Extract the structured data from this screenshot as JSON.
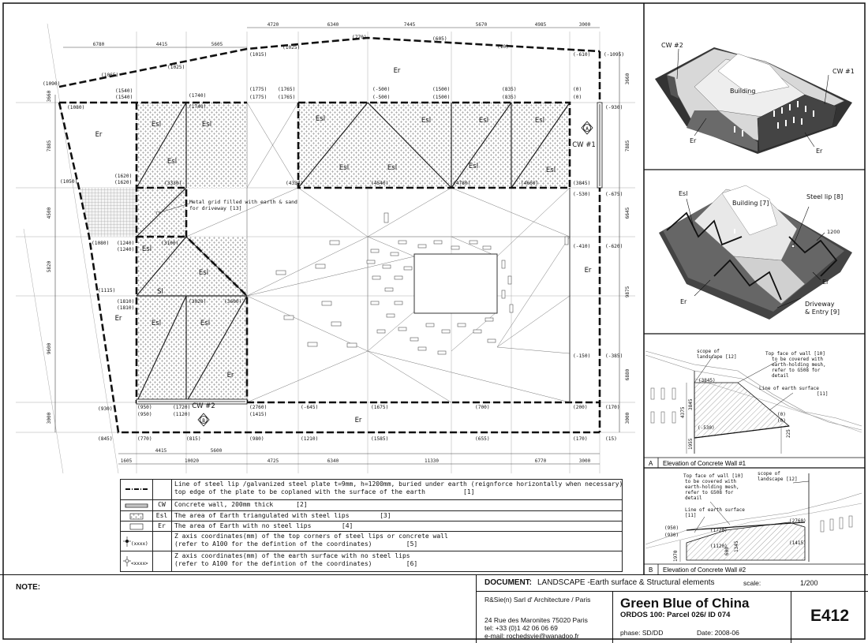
{
  "plan": {
    "top_dims": [
      "4720",
      "6340",
      "7445",
      "5670",
      "4985",
      "3000"
    ],
    "top_dims2": [
      "6780",
      "4415",
      "5605"
    ],
    "bottom_dims": [
      "1605",
      "4415",
      "10020",
      "5600",
      "4725",
      "6340",
      "11330",
      "6770",
      "3000"
    ],
    "left_dims": [
      "3660",
      "7885",
      "4500",
      "5820",
      "9600",
      "3000"
    ],
    "right_dims": [
      "3660",
      "7885",
      "6645",
      "9875",
      "6880",
      "3000"
    ],
    "coords": [
      "(1090)",
      "(1065)",
      "(1025)",
      "(1015)",
      "(1025)",
      "(770)",
      "(605)",
      "(10)",
      "(-610)",
      "(-1095)",
      "(1080)",
      "(1540)",
      "(1540)",
      "(1740)",
      "(1740)",
      "(1775)",
      "(1775)",
      "(1765)",
      "(1765)",
      "(-500)",
      "(-500)",
      "(1500)",
      "(1500)",
      "(835)",
      "(835)",
      "(0)",
      "(0)",
      "(-930)",
      "(1620)",
      "(1620)",
      "(3330)",
      "(4330)",
      "(4540)",
      "(4780)",
      "(4660)",
      "(3845)",
      "(-530)",
      "(-675)",
      "(1050)",
      "(1080)",
      "(1240)",
      "(1240)",
      "(3100)",
      "(-410)",
      "(-620)",
      "(1115)",
      "(1810)",
      "(1810)",
      "(3020)",
      "(3600)",
      "(-150)",
      "(-385)",
      "(930)",
      "(950)",
      "(950)",
      "(1720)",
      "(1120)",
      "(2760)",
      "(1415)",
      "(-645)",
      "(1675)",
      "(700)",
      "(200)",
      "(170)",
      "(845)",
      "(770)",
      "(815)",
      "(980)",
      "(1210)",
      "(1585)",
      "(655)",
      "(170)",
      "(15)"
    ],
    "zones": [
      "Er",
      "Esl",
      "Esl",
      "Esl",
      "Esl",
      "Esl",
      "Esl",
      "Esl",
      "Esl",
      "Esl",
      "Esl",
      "Esl",
      "Esl",
      "Sl",
      "Esl",
      "Esl",
      "Esl",
      "Er",
      "Er",
      "Er",
      "Er",
      "Er"
    ],
    "cw1": "CW #1",
    "cw2": "CW #2",
    "grid_note": "Metal grid filled with earth & sand\nfor driveway [13]",
    "marker_a": "A",
    "marker_b": "B"
  },
  "legend": [
    {
      "code": "",
      "text": "Line of steel lip /galvanized steel plate t=9mm, h=1200mm, buried under earth (reignforce horizontally when necessary)\ntop edge of the plate to be coplaned with the surface of the earth          [1]"
    },
    {
      "code": "CW",
      "text": "Concrete wall, 200mm thick      [2]"
    },
    {
      "code": "Esl",
      "text": "The area of Earth triangulated with steel lips        [3]"
    },
    {
      "code": "Er",
      "text": "The area of Earth with no steel lips        [4]"
    },
    {
      "code": "",
      "text": "Z axis coordinates(mm) of the top corners of steel lips or concrete wall\n(refer to A100 for the defintion of the coordinates)         [5]"
    },
    {
      "code": "",
      "text": "Z axis coordinates(mm) of the earth surface with no steel lips\n(refer to A100 for the defintion of the coordinates)         [6]"
    }
  ],
  "views": {
    "top": {
      "labels": [
        "CW #2",
        "Building",
        "CW #1",
        "Er",
        "Er"
      ]
    },
    "middle": {
      "labels": [
        "Esl",
        "Building [7]",
        "Steel lip [8]",
        "1200",
        "Er",
        "Er",
        "Driveway\n& Entry [9]"
      ]
    },
    "elev_a": {
      "letter": "A",
      "title": "Elevation of Concrete Wall #1",
      "scope": "scope of\nlandscape [12]",
      "topface": "Top face of wall [10]\nto be covered with\nearth-holding mesh,\nrefer to G508 for\ndetail",
      "earth": "Line of earth surface\n[11]",
      "coords": [
        "(3845)",
        "(-530)",
        "(0)",
        "(0)"
      ],
      "dims": [
        "3845",
        "1955",
        "4375",
        "225"
      ]
    },
    "elev_b": {
      "letter": "B",
      "title": "Elevation of Concrete Wall #2",
      "scope": "scope of\nlandscape [12]",
      "topface": "Top face of wall [10]\nto be covered with\nearth-holding mesh,\nrefer to G508 for\ndetail",
      "earth": "Line of earth surface\n[11]",
      "coords": [
        "(950)",
        "(930)",
        "(1720)",
        "(1120)",
        "(2760)",
        "(1415)"
      ],
      "dims": [
        "1970",
        "600",
        "1345"
      ]
    }
  },
  "titleblock": {
    "note": "NOTE:",
    "doc_label": "DOCUMENT:",
    "doc_text": "LANDSCAPE -Earth surface & Structural elements",
    "scale_label": "scale:",
    "scale_value": "1/200",
    "office": "R&Sie(n) Sarl d' Architecture / Paris",
    "address": "24 Rue des Maronites 75020 Paris",
    "tel": "tel: +33 (0)1 42 06 06 69",
    "email": "e-mail: rochedsvie@wanadoo.fr",
    "project": "Green Blue of China",
    "parcel": "ORDOS 100: Parcel 026/ ID 074",
    "phase": "phase: SD/DD",
    "date": "Date: 2008-06",
    "sheet_no": "E412"
  }
}
